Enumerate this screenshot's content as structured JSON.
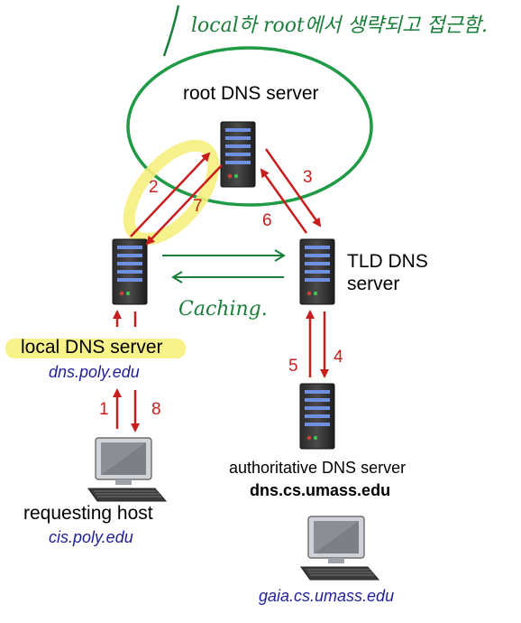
{
  "annotations": {
    "root_note": "local하 root에서 생략되고 접근함.",
    "caching_note": "Caching."
  },
  "servers": {
    "root": "root DNS server",
    "tld_line1": "TLD DNS",
    "tld_line2": "server",
    "local": "local DNS server",
    "local_host": "dns.poly.edu",
    "authoritative": "authoritative DNS server",
    "authoritative_host": "dns.cs.umass.edu"
  },
  "hosts": {
    "requesting": "requesting host",
    "requesting_name": "cis.poly.edu",
    "gaia_name": "gaia.cs.umass.edu"
  },
  "steps": [
    "1",
    "2",
    "3",
    "4",
    "5",
    "6",
    "7",
    "8"
  ],
  "colors": {
    "arrow_red": "#c81e1e",
    "annotation_green": "#1a7d3a",
    "highlight_yellow": "#f7f28a",
    "host_blue": "#1f1f9a"
  }
}
